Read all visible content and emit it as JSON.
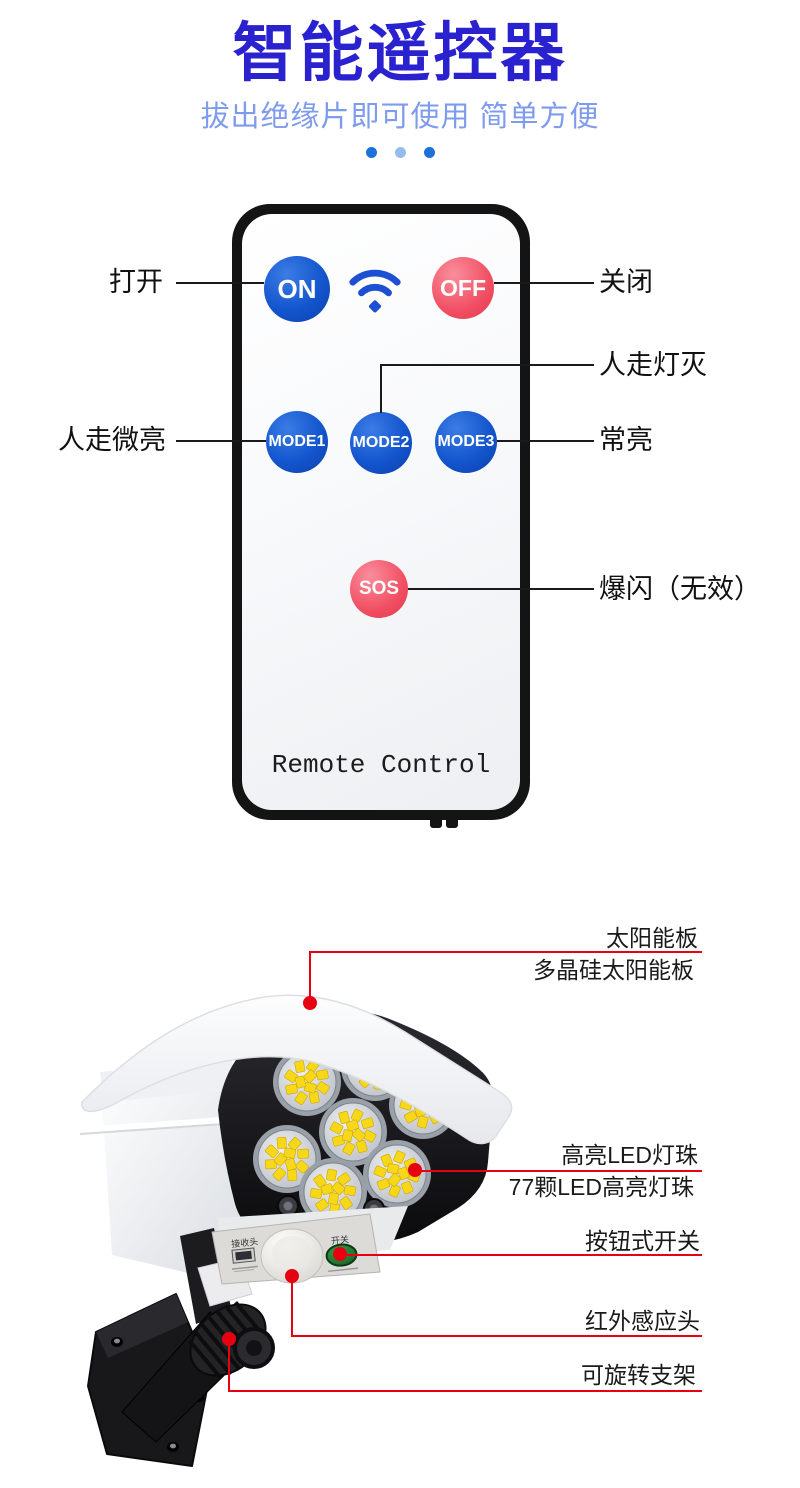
{
  "hero": {
    "title": "智能遥控器",
    "subtitle": "拔出绝缘片即可使用  简单方便",
    "title_color": "#2a21cf",
    "subtitle_color": "#7e9bee"
  },
  "remote": {
    "buttons": {
      "on": "ON",
      "off": "OFF",
      "mode1": "MODE1",
      "mode2": "MODE2",
      "mode3": "MODE3",
      "sos": "SOS"
    },
    "brand": "Remote Control",
    "button_blue": "#1456cd",
    "button_red": "#f14f63"
  },
  "remote_callouts": {
    "open": "打开",
    "close": "关闭",
    "walk_off": "人走灯灭",
    "walk_dim": "人走微亮",
    "always_on": "常亮",
    "strobe": "爆闪（无效）"
  },
  "product_callouts": {
    "solar": {
      "title": "太阳能板",
      "subtitle": "多晶硅太阳能板"
    },
    "led": {
      "title": "高亮LED灯珠",
      "subtitle": "77颗LED高亮灯珠"
    },
    "switch": {
      "title": "按钮式开关"
    },
    "sensor": {
      "title": "红外感应头"
    },
    "bracket": {
      "title": "可旋转支架"
    }
  },
  "device_panel": {
    "receiver_label": "接收头",
    "switch_label": "开关"
  },
  "colors": {
    "callout_red": "#e60012",
    "led_yellow": "#f6d818"
  }
}
